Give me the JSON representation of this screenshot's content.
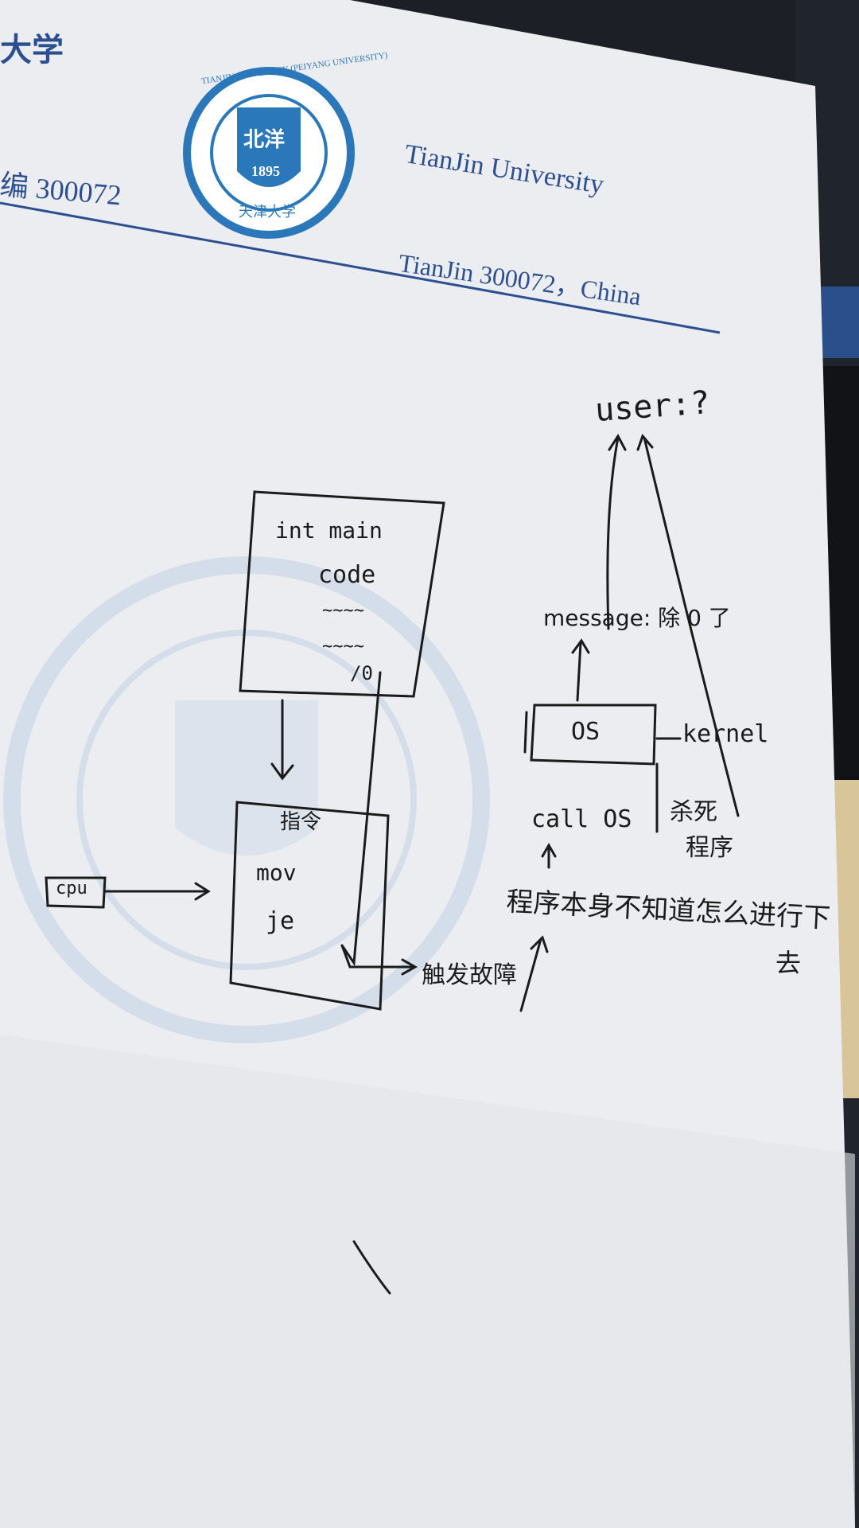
{
  "letterhead": {
    "partial_name": "大学",
    "partial_postcode": "编 300072",
    "university_name": "TianJin   University",
    "address_line": "TianJin 300072，China",
    "seal_text": "TIANJIN UNIVERSITY (PEIYANG UNIVERSITY)",
    "seal_year": "1895",
    "seal_chinese": "天津大学",
    "seal_center": "北洋"
  },
  "notes": {
    "code_box": {
      "line1": "int main",
      "line2": "code",
      "line3": "~~~~",
      "line4": "~~~~",
      "line5": "/0"
    },
    "instruction_box": {
      "title": "指令",
      "line1": "mov",
      "line2": "je"
    },
    "cpu_label": "cpu",
    "trigger_label": "触发故障",
    "user_label": "user:?",
    "message_label": "message: 除 0 了",
    "os_label": "OS",
    "kernel_label": "kernel",
    "call_os_label": "call OS",
    "kill_label_1": "杀死",
    "kill_label_2": "程序",
    "program_note_1": "程序本身不知道怎么进行下",
    "program_note_2": "去"
  },
  "colors": {
    "paper": "#ecedf0",
    "ink_blue": "#2c4f8f",
    "pen": "#1b1b1b",
    "watermark": "#b9cde3"
  }
}
